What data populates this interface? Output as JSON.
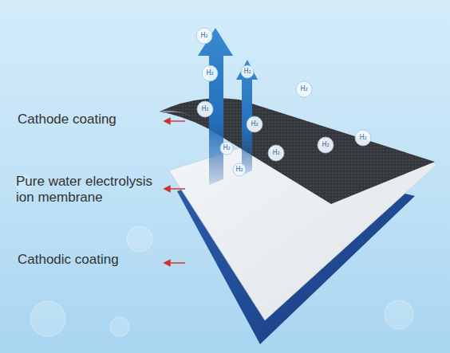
{
  "diagram": {
    "labels": [
      "Cathode coating",
      "Pure water electrolysis ion membrane",
      "Cathodic coating",
      "H₂",
      "H₂",
      "H₂",
      "H₂",
      "H₂",
      "H₂",
      "H₂",
      "H₂",
      "H₂",
      "H₂",
      "H₂"
    ]
  }
}
